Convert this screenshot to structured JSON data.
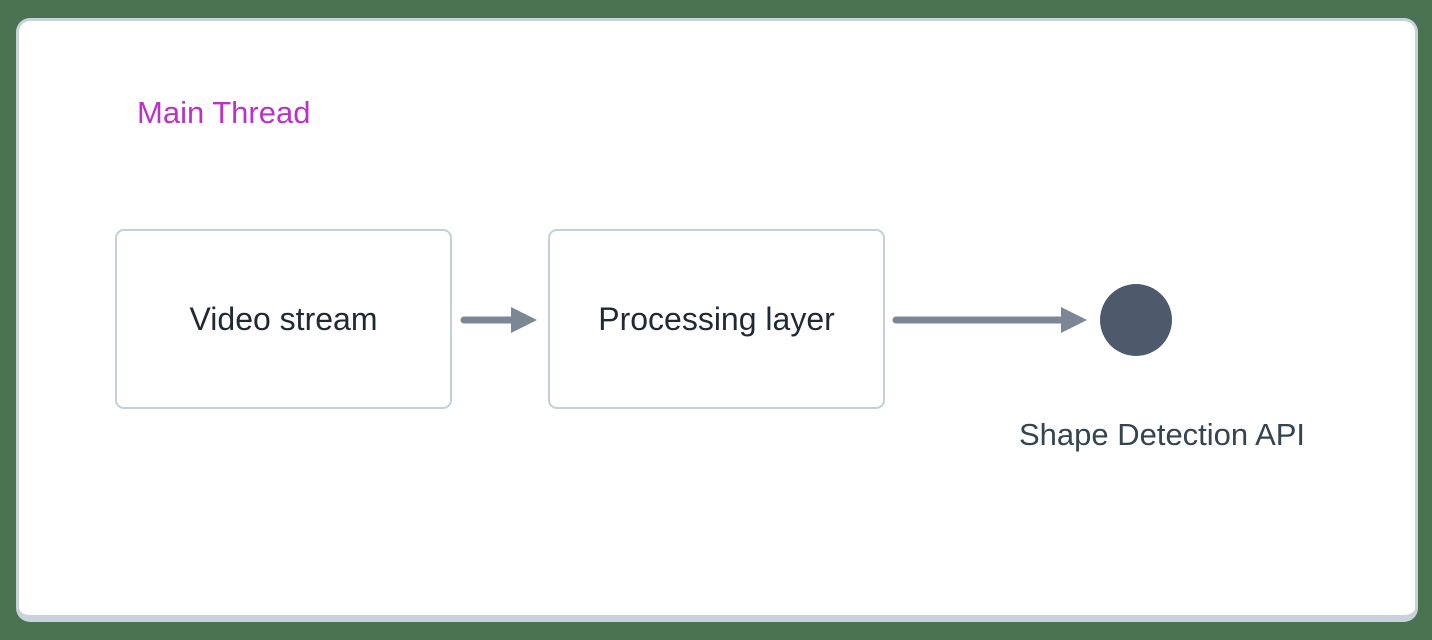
{
  "diagram": {
    "thread_label": "Main Thread",
    "nodes": [
      {
        "id": "video-stream",
        "label": "Video stream",
        "type": "box"
      },
      {
        "id": "processing-layer",
        "label": "Processing layer",
        "type": "box"
      },
      {
        "id": "shape-detection-api",
        "label": "Shape Detection API",
        "type": "circle"
      }
    ],
    "edges": [
      {
        "from": "video-stream",
        "to": "processing-layer"
      },
      {
        "from": "processing-layer",
        "to": "shape-detection-api"
      }
    ]
  },
  "colors": {
    "background_green": "#4a7351",
    "panel_bg": "#ffffff",
    "panel_border": "#c9d2da",
    "node_border": "#c5cfd8",
    "node_text": "#1f2a35",
    "arrow_color": "#7b8794",
    "circle_fill": "#4c5a6b",
    "api_label_color": "#344450",
    "thread_label_color": "#bc32c8"
  }
}
